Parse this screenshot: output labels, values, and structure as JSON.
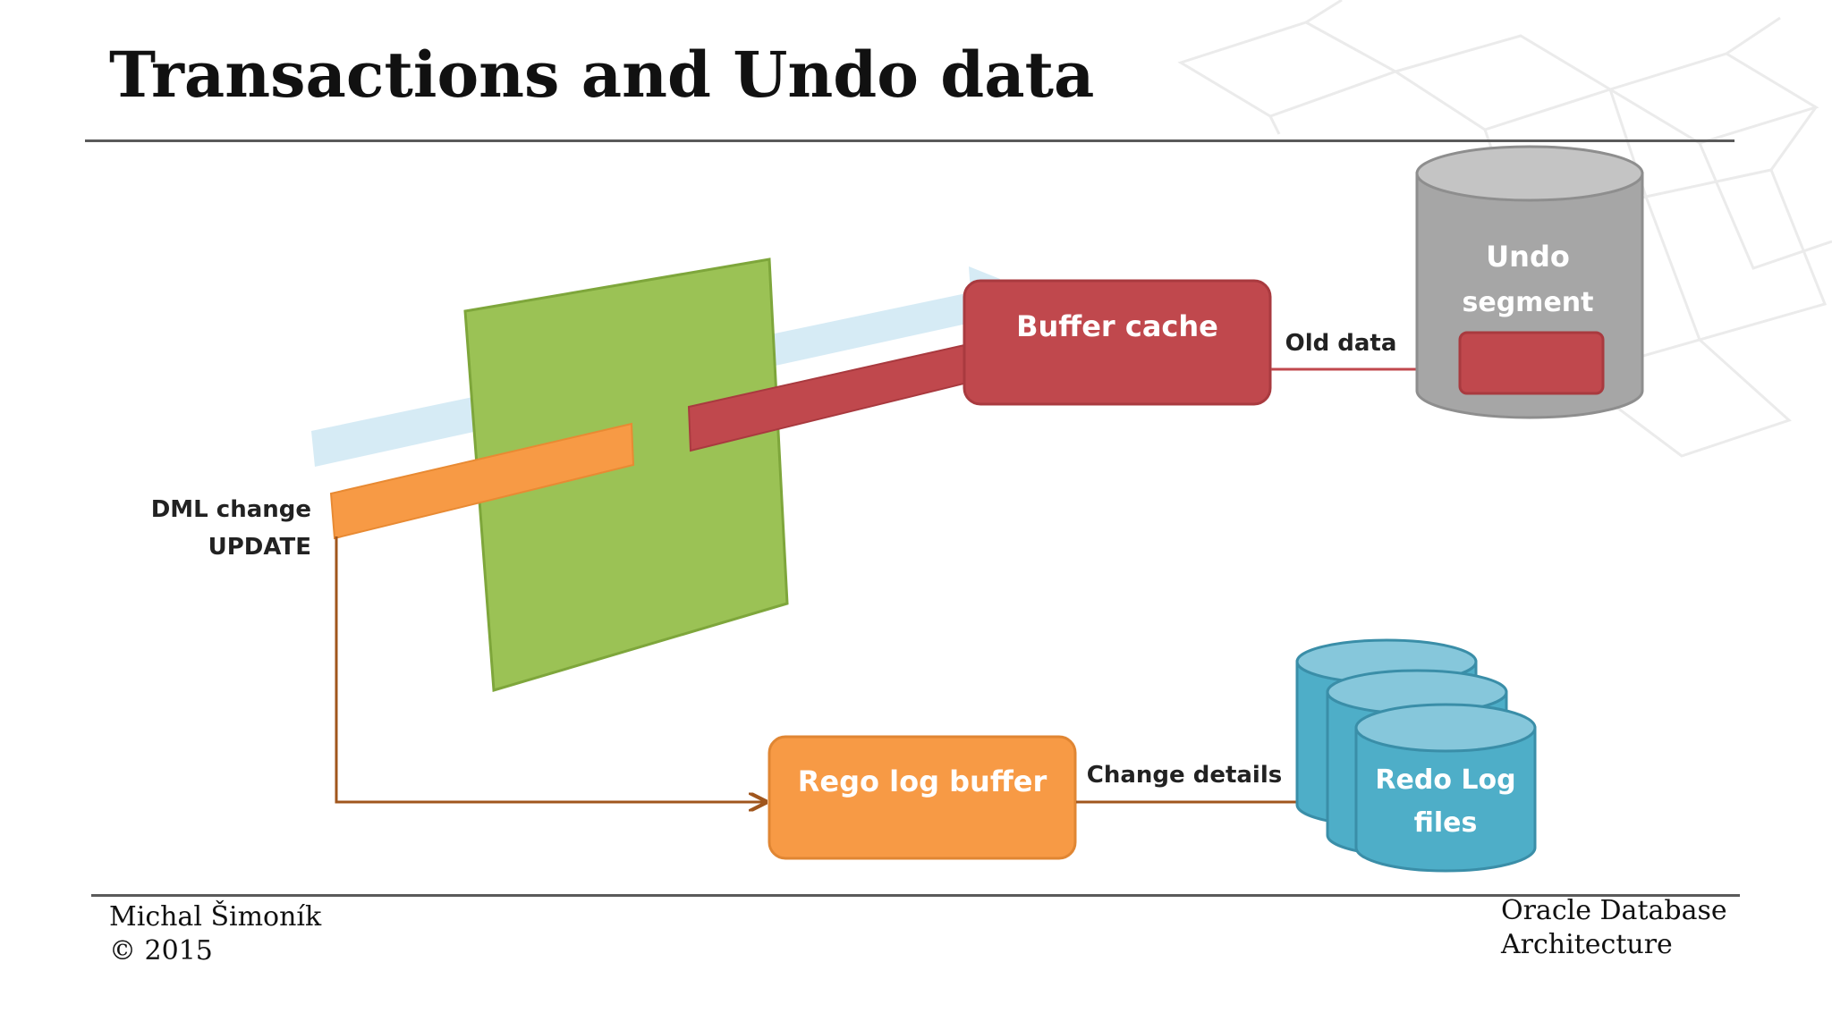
{
  "title": "Transactions and Undo data",
  "diagram": {
    "dml_label": "DML change",
    "update_label": "UPDATE",
    "buffer_cache": "Buffer cache",
    "old_data": "Old data",
    "undo_line1": "Undo",
    "undo_line2": "segment",
    "redo_buffer": "Rego log buffer",
    "change_details": "Change details",
    "redo_files_line1": "Redo Log",
    "redo_files_line2": "files"
  },
  "footer": {
    "author": "Michal Šimoník",
    "copyright": "© 2015",
    "course_line1": "Oracle Database",
    "course_line2": "Architecture"
  },
  "colors": {
    "green_panel": "#9bc255",
    "red_block": "#c0484d",
    "orange_block": "#f79a45",
    "gray_cylinder": "#a6a6a6",
    "blue_cylinder": "#4eaec8",
    "arrow_red": "#c0484d",
    "arrow_brown": "#a0561d"
  }
}
